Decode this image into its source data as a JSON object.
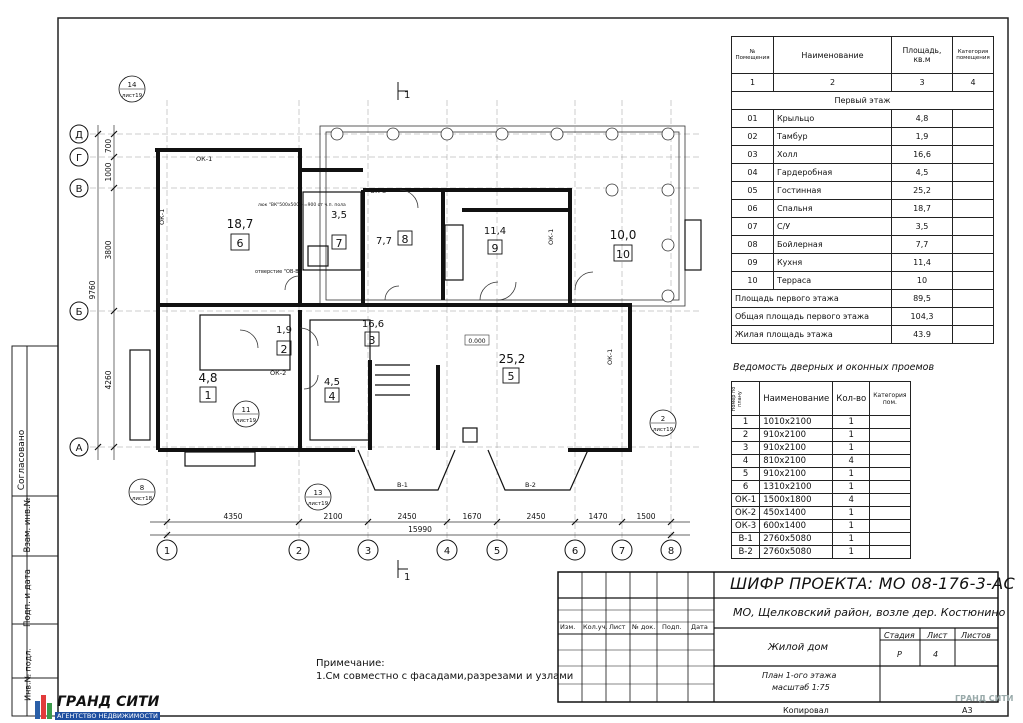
{
  "rooms_table": {
    "headers": [
      "№ Помещения",
      "Наименование",
      "Площадь, кв.м",
      "Категория помещения"
    ],
    "col_numbers": [
      "1",
      "2",
      "3",
      "4"
    ],
    "section_title": "Первый этаж",
    "rows": [
      {
        "num": "01",
        "name": "Крыльцо",
        "area": "4,8"
      },
      {
        "num": "02",
        "name": "Тамбур",
        "area": "1,9"
      },
      {
        "num": "03",
        "name": "Холл",
        "area": "16,6"
      },
      {
        "num": "04",
        "name": "Гардеробная",
        "area": "4,5"
      },
      {
        "num": "05",
        "name": "Гостинная",
        "area": "25,2"
      },
      {
        "num": "06",
        "name": "Спальня",
        "area": "18,7"
      },
      {
        "num": "07",
        "name": "С/У",
        "area": "3,5"
      },
      {
        "num": "08",
        "name": "Бойлерная",
        "area": "7,7"
      },
      {
        "num": "09",
        "name": "Кухня",
        "area": "11,4"
      },
      {
        "num": "10",
        "name": "Терраса",
        "area": "10"
      }
    ],
    "totals": [
      {
        "label": "Площадь первого этажа",
        "value": "89,5"
      },
      {
        "label": "Общая площадь первого этажа",
        "value": "104,3"
      },
      {
        "label": "Жилая площадь этажа",
        "value": "43.9"
      }
    ]
  },
  "doors_table": {
    "title": "Ведомость дверных и оконных проемов",
    "headers": [
      "Номер по плану",
      "Наименование",
      "Кол-во",
      "Категория пом."
    ],
    "rows": [
      {
        "num": "1",
        "name": "1010x2100",
        "qty": "1"
      },
      {
        "num": "2",
        "name": "910x2100",
        "qty": "1"
      },
      {
        "num": "3",
        "name": "910x2100",
        "qty": "1"
      },
      {
        "num": "4",
        "name": "810x2100",
        "qty": "4"
      },
      {
        "num": "5",
        "name": "910x2100",
        "qty": "1"
      },
      {
        "num": "6",
        "name": "1310x2100",
        "qty": "1"
      },
      {
        "num": "ОК-1",
        "name": "1500x1800",
        "qty": "4"
      },
      {
        "num": "ОК-2",
        "name": "450x1400",
        "qty": "1"
      },
      {
        "num": "ОК-3",
        "name": "600x1400",
        "qty": "1"
      },
      {
        "num": "В-1",
        "name": "2760x5080",
        "qty": "1"
      },
      {
        "num": "В-2",
        "name": "2760x5080",
        "qty": "1"
      }
    ]
  },
  "title_block": {
    "code": "ШИФР ПРОЕКТА: МО 08-176-3-АС",
    "address": "МО, Щелковский район, возле дер. Костюнино",
    "object": "Жилой дом",
    "sheet_title": "План 1-ого этажа",
    "scale": "масштаб 1:75",
    "stage_label": "Стадия",
    "sheet_label": "Лист",
    "sheets_label": "Листов",
    "stage": "Р",
    "sheet": "4",
    "cols": [
      "Изм.",
      "Кол.уч.",
      "Лист",
      "№ док.",
      "Подп.",
      "Дата"
    ],
    "copied": "Копировал",
    "format": "А3"
  },
  "note": {
    "title": "Примечание:",
    "text": "1.См совместно с фасадами,разрезами и узлами"
  },
  "side_stamp": {
    "agreed": "Согласовано",
    "inv": "Взам. инв.№",
    "sign_date": "Подп. и дата",
    "inv_orig": "Инв.№ подл."
  },
  "logo": {
    "name": "ГРАНД СИТИ",
    "sub": "АГЕНТСТВО НЕДВИЖИМОСТИ"
  },
  "plan": {
    "section_mark": "1",
    "axes_letters": [
      "Д",
      "Г",
      "В",
      "Б",
      "А"
    ],
    "axes_numbers": [
      "1",
      "2",
      "3",
      "4",
      "5",
      "6",
      "7",
      "8"
    ],
    "dims_bottom": [
      "4350",
      "2100",
      "2450",
      "1670",
      "2450",
      "1470",
      "1500"
    ],
    "dim_total": "15990",
    "dims_left": [
      "700",
      "1000",
      "3800",
      "4260"
    ],
    "dim_left_total": "9760",
    "level": "0.000",
    "rooms": [
      {
        "area": "18,7",
        "num": "6"
      },
      {
        "area": "3,5",
        "num": "7"
      },
      {
        "area": "7,7",
        "num": "8"
      },
      {
        "area": "11,4",
        "num": "9"
      },
      {
        "area": "10,0",
        "num": "10"
      },
      {
        "area": "1,9",
        "num": "2"
      },
      {
        "area": "16,6",
        "num": "3"
      },
      {
        "area": "4,8",
        "num": "1"
      },
      {
        "area": "4,5",
        "num": "4"
      },
      {
        "area": "25,2",
        "num": "5"
      }
    ],
    "callouts": [
      {
        "n": "14",
        "sheet": "лист19"
      },
      {
        "n": "11",
        "sheet": "лист19"
      },
      {
        "n": "8",
        "sheet": "лист18"
      },
      {
        "n": "13",
        "sheet": "лист19"
      },
      {
        "n": "2",
        "sheet": "лист19"
      }
    ],
    "windows": [
      "ОК-1",
      "ОК-1",
      "ОК-1",
      "ОК-1",
      "ОК-2",
      "ОК-3",
      "В-1",
      "В-2"
    ],
    "vent_note": "люк \"ВК\"500х500 Н=900 от ч.п. пола",
    "hole_note": "отверстие \"ОВ-ВК\""
  }
}
